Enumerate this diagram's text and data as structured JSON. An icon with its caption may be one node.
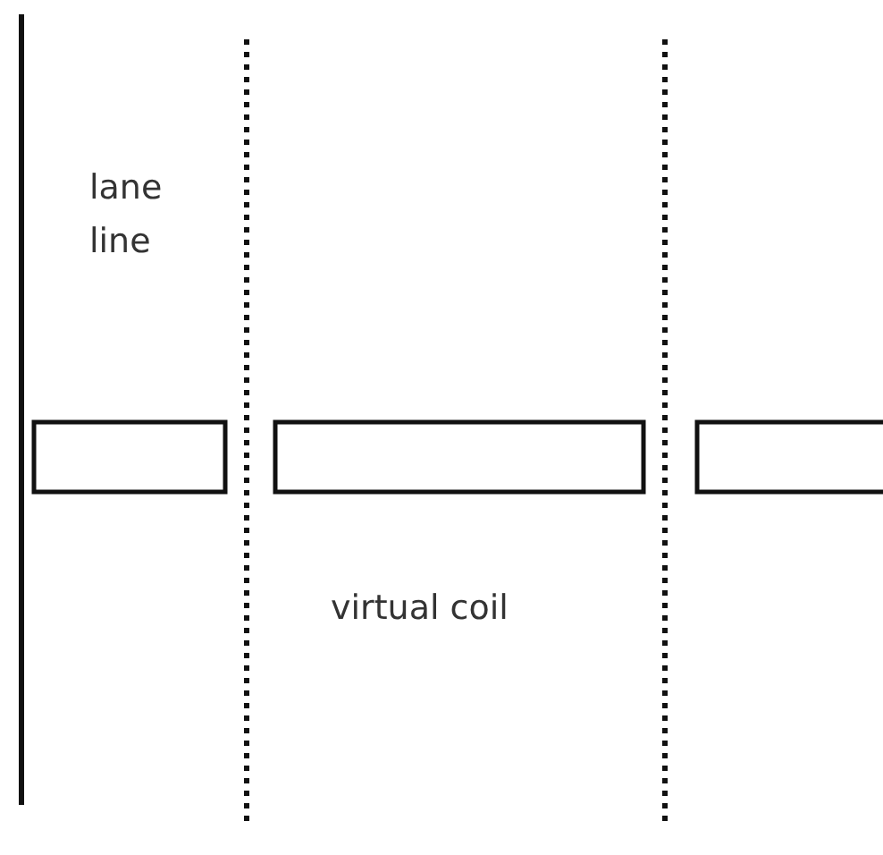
{
  "diagram": {
    "nodes": [
      {
        "text": [],
        "shape": "box"
      },
      {
        "text": [],
        "shape": "box"
      },
      {
        "text": [],
        "shape": "box"
      }
    ],
    "labels": [
      "lane line",
      "virtual coil"
    ]
  }
}
